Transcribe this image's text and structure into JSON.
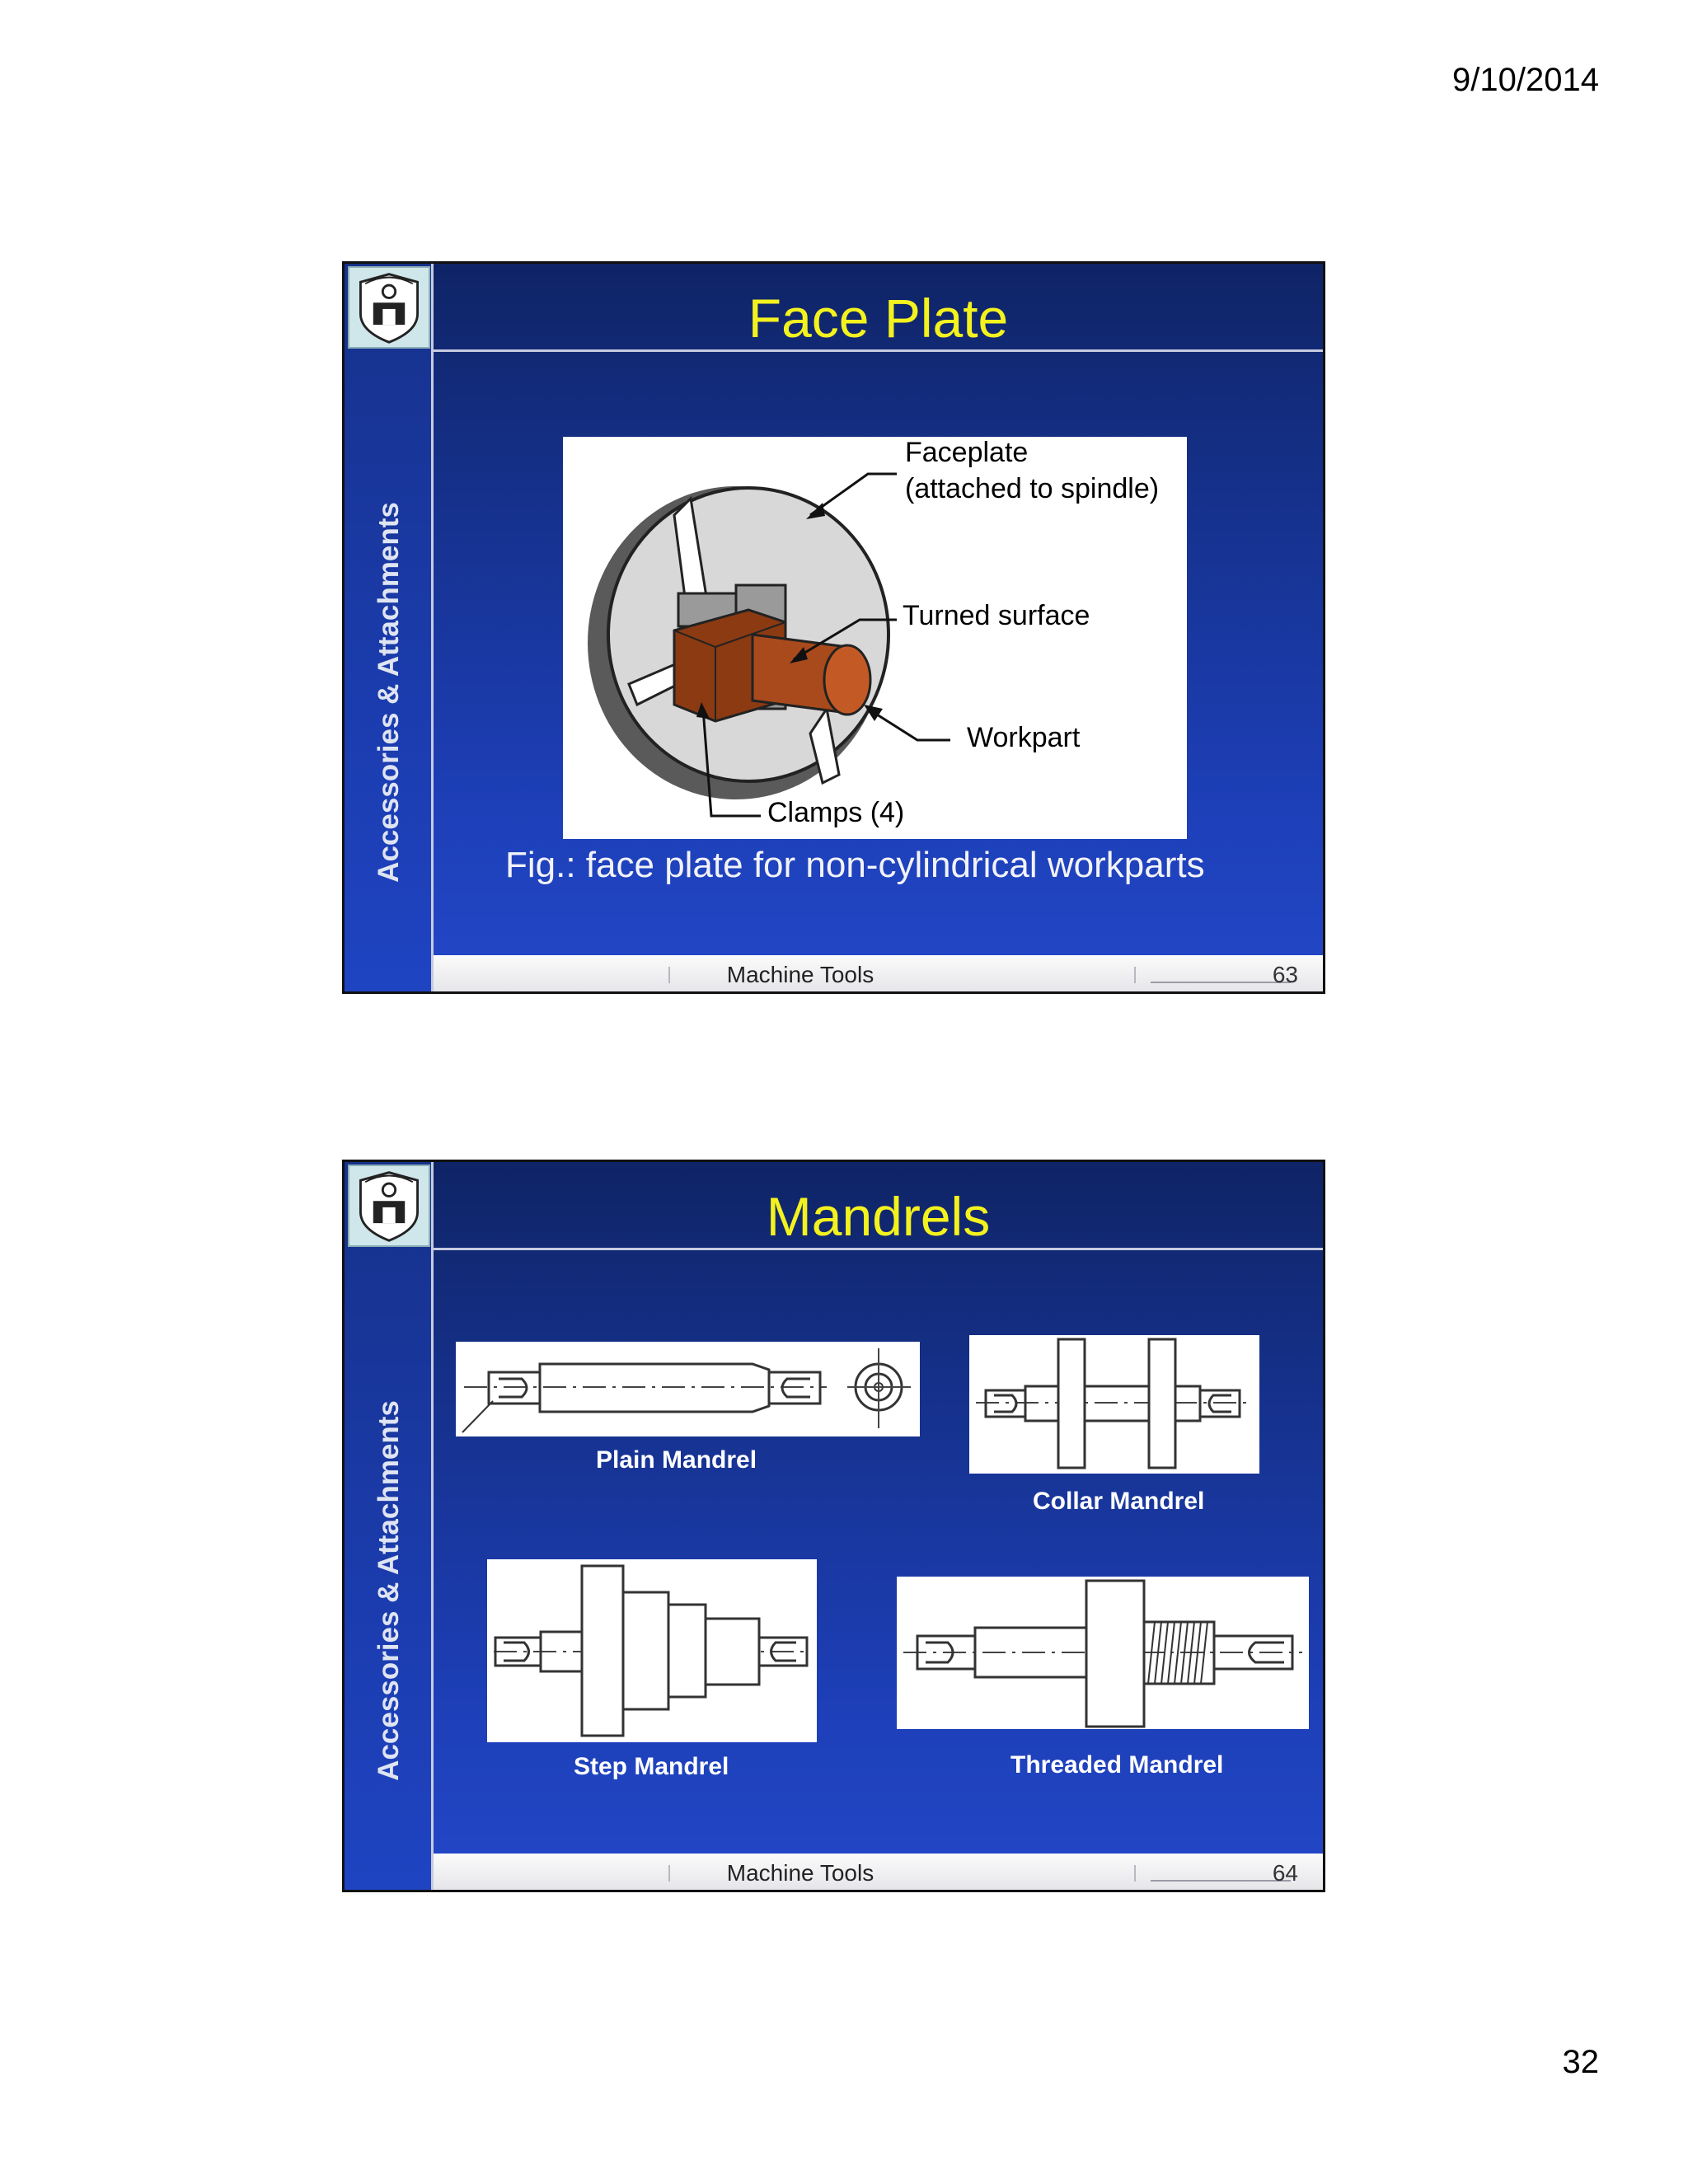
{
  "page": {
    "date": "9/10/2014",
    "number": "32"
  },
  "slides": [
    {
      "title": "Face Plate",
      "sidebar": "Accessories & Attachments",
      "figure_labels": {
        "faceplate": "Faceplate",
        "faceplate_note": "(attached to spindle)",
        "turned_surface": "Turned surface",
        "workpart": "Workpart",
        "clamps": "Clamps (4)"
      },
      "caption": "Fig.: face plate for non-cylindrical workparts",
      "footer": {
        "text": "Machine Tools",
        "number": "63"
      }
    },
    {
      "title": "Mandrels",
      "sidebar": "Accessories & Attachments",
      "mandrels": {
        "plain": "Plain Mandrel",
        "collar": "Collar Mandrel",
        "step": "Step Mandrel",
        "threaded": "Threaded Mandrel"
      },
      "footer": {
        "text": "Machine Tools",
        "number": "64"
      }
    }
  ],
  "colors": {
    "title": "#f4f21e",
    "slide_background": "#1a37a0",
    "workpart": "#8b3a12"
  },
  "icons": [
    "institute-logo-icon"
  ]
}
